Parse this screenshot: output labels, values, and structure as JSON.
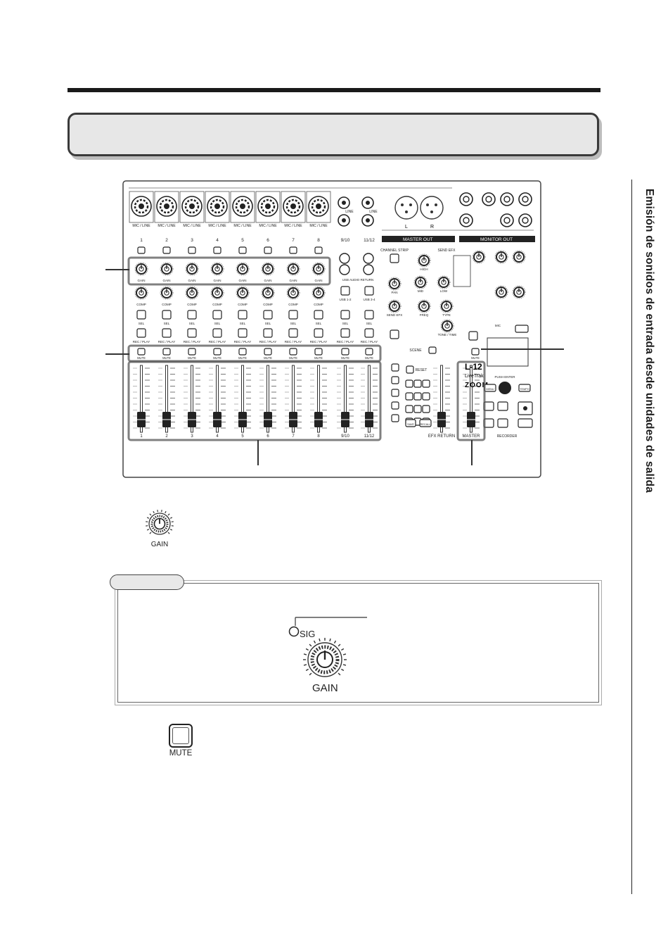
{
  "side_tab": {
    "text": "Emisión de sonidos de entrada desde unidades de salida"
  },
  "mixer": {
    "brand_model": "L-12",
    "brand_sub": "LiveTrak",
    "brand_logo": "ZOOM",
    "input_label": "MIC / LINE",
    "line_label": "LINE",
    "xlr_left": "L",
    "xlr_right": "R",
    "master_out_label": "MASTER OUT",
    "monitor_out_label": "MONITOR OUT",
    "channel_numbers": [
      "1",
      "2",
      "3",
      "4",
      "5",
      "6",
      "7",
      "8",
      "9/10",
      "11/12"
    ],
    "gain_label": "GAIN",
    "comp_label": "COMP",
    "sel_label": "SEL",
    "rec_play_label": "REC / PLAY",
    "mute_label": "MUTE",
    "usb_audio_return": "USB AUDIO RETURN",
    "usb_12": "USB 1-2",
    "usb_34": "USB 3-4",
    "channel_strip": "CHANNEL STRIP",
    "send_efx": "SEND EFX",
    "eq_labels": [
      "HIGH",
      "MID",
      "LOW",
      "PAN",
      "SEND EFX",
      "FREQ",
      "TYPE",
      "TONE / TIME"
    ],
    "scene_label": "SCENE",
    "reset_label": "RESET",
    "save_label": "SAVE",
    "recall_label": "RECALL",
    "efx_return_label": "EFX RETURN",
    "master_label": "MASTER",
    "recorder_label": "RECORDER",
    "push_enter": "PUSH ENTER",
    "menu_label": "MENU",
    "tempo_label": "TEMPO",
    "mic_label": "MIC",
    "fader_master_label": "MASTER"
  },
  "gain_icon": {
    "label": "GAIN"
  },
  "note": {
    "sig_label": "SIG",
    "gain_label": "GAIN"
  },
  "mute_icon": {
    "label": "MUTE"
  }
}
